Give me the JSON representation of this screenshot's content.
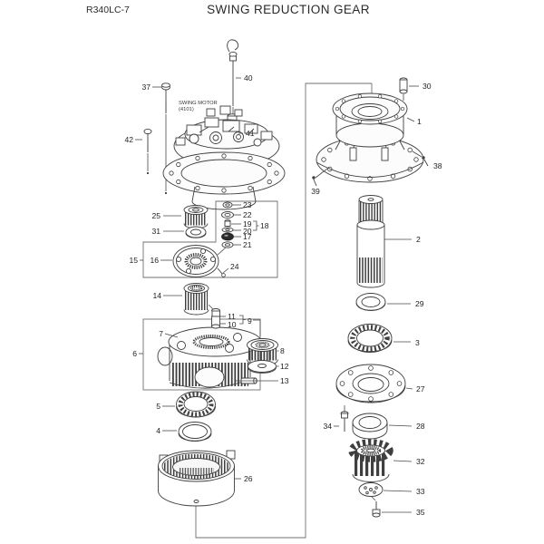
{
  "header": {
    "model": "R340LC-7",
    "title": "SWING REDUCTION GEAR"
  },
  "motor_label": {
    "line1": "SWING MOTOR",
    "line2": "(4101)"
  },
  "callouts": {
    "1": "1",
    "2": "2",
    "3": "3",
    "4": "4",
    "5": "5",
    "6": "6",
    "7": "7",
    "8": "8",
    "9": "9",
    "10": "10",
    "11": "11",
    "12": "12",
    "13": "13",
    "14": "14",
    "15": "15",
    "16": "16",
    "17": "17",
    "18": "18",
    "19": "19",
    "20": "20",
    "21": "21",
    "22": "22",
    "23": "23",
    "24": "24",
    "25": "25",
    "26": "26",
    "27": "27",
    "28": "28",
    "29": "29",
    "30": "30",
    "31": "31",
    "32": "32",
    "33": "33",
    "34": "34",
    "35": "35",
    "37": "37",
    "38": "38",
    "39": "39",
    "40": "40",
    "41": "41",
    "42": "42"
  }
}
